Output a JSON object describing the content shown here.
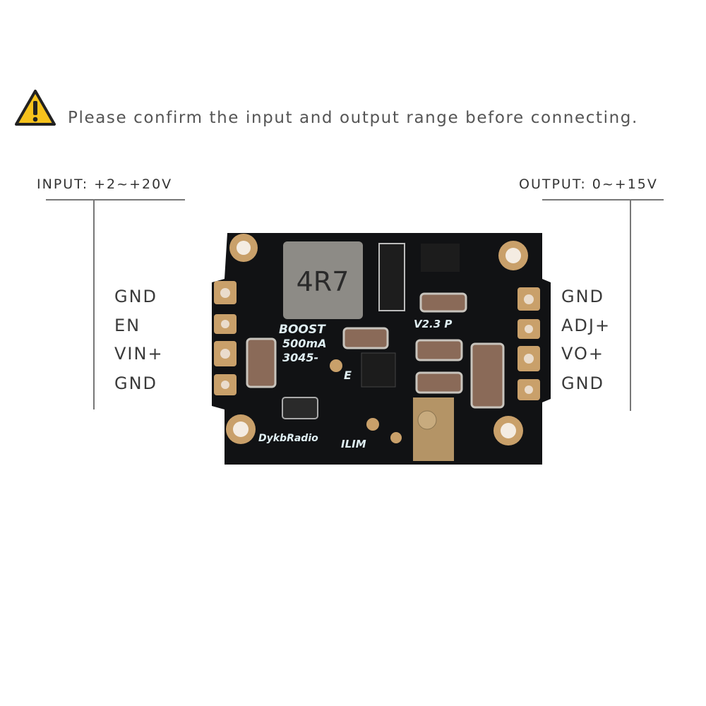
{
  "warning": {
    "icon": "warning-triangle-icon",
    "text": "Please confirm the input and output range before connecting."
  },
  "input": {
    "label": "INPUT: +2~+20V",
    "pins": [
      "GND",
      "EN",
      "VIN+",
      "GND"
    ]
  },
  "output": {
    "label": "OUTPUT: 0~+15V",
    "pins": [
      "GND",
      "ADJ+",
      "VO+",
      "GND"
    ]
  },
  "board": {
    "inductor_marking": "4R7",
    "silk_boost": "BOOST",
    "silk_current": "500mA",
    "silk_code": "3045-",
    "silk_e": "E",
    "silk_version": "V2.3 P",
    "silk_brand": "DykbRadio",
    "silk_ilim": "ILIM",
    "colors": {
      "pcb": "#111214",
      "pad": "#c9a06a",
      "silk": "#dfeef2",
      "cap": "#8a6a58",
      "inductor": "#8d8b86"
    }
  }
}
